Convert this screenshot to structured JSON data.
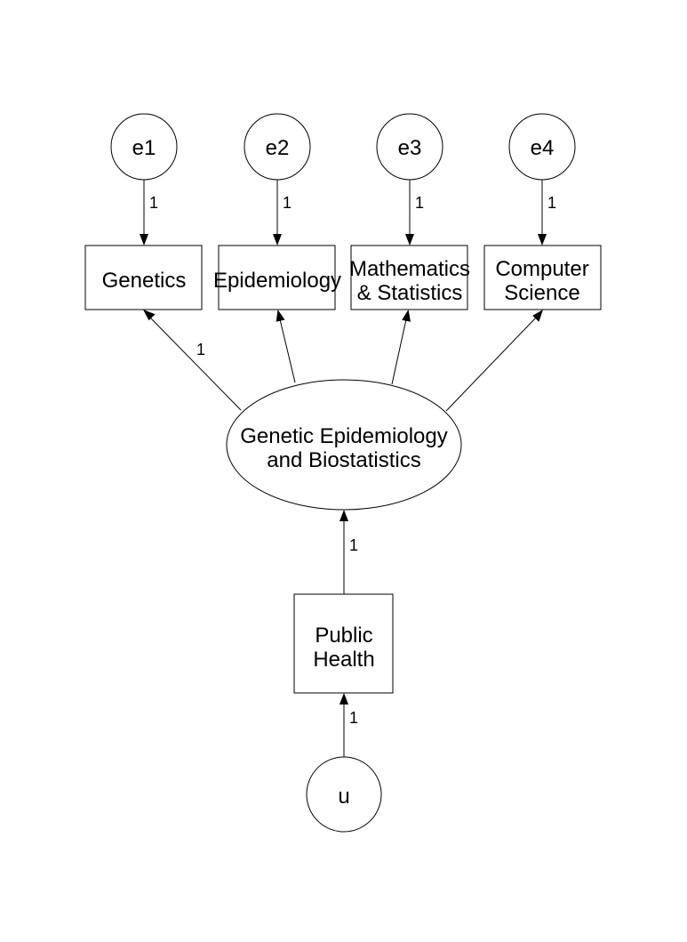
{
  "diagram": {
    "errors": {
      "e1": "e1",
      "e2": "e2",
      "e3": "e3",
      "e4": "e4",
      "u": "u"
    },
    "indicators": {
      "genetics": [
        "Genetics"
      ],
      "epidemiology": [
        "Epidemiology"
      ],
      "math_stats": [
        "Mathematics",
        "& Statistics"
      ],
      "computer_science": [
        "Computer",
        "Science"
      ]
    },
    "latent": [
      "Genetic Epidemiology",
      "and Biostatistics"
    ],
    "cause": [
      "Public",
      "Health"
    ],
    "weights": {
      "e1_genetics": "1",
      "e2_epidemiology": "1",
      "e3_math_stats": "1",
      "e4_computer_science": "1",
      "latent_genetics": "1",
      "public_health_latent": "1",
      "u_public_health": "1"
    },
    "colors": {
      "stroke": "#000000",
      "background": "#ffffff"
    }
  }
}
